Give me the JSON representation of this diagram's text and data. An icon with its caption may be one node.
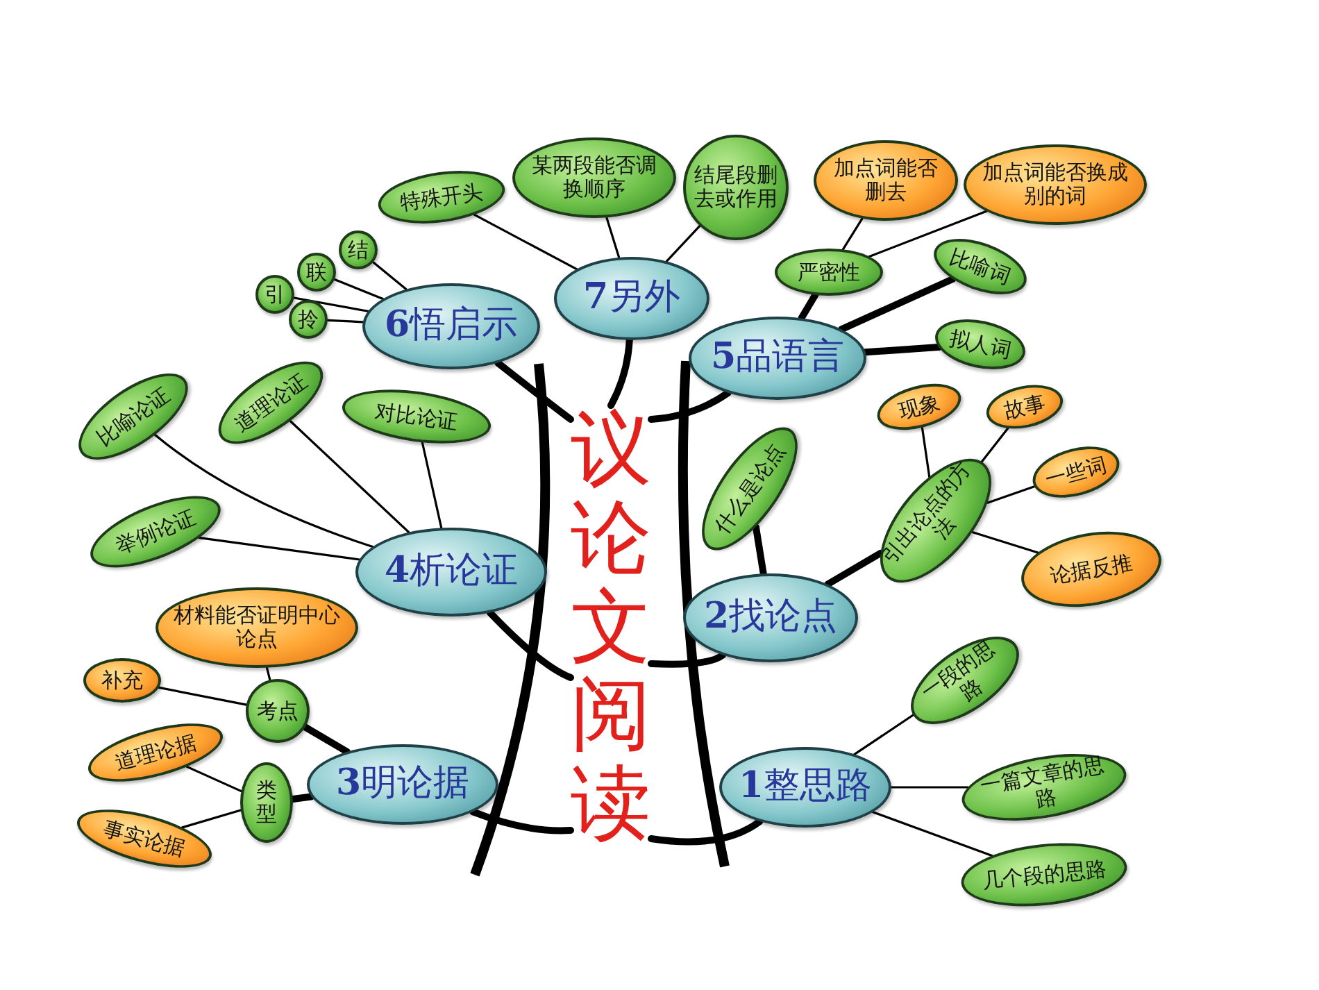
{
  "diagram": {
    "nodes": [
      {
        "text": [
          "议论文阅读"
        ]
      },
      {
        "text": [
          "**7**另外"
        ]
      },
      {
        "text": [
          "**6**悟启示"
        ]
      },
      {
        "text": [
          "**5**品语言"
        ]
      },
      {
        "text": [
          "**4**析论证"
        ]
      },
      {
        "text": [
          "**2**找论点"
        ]
      },
      {
        "text": [
          "**3**明论据"
        ]
      },
      {
        "text": [
          "**1**整思路"
        ]
      },
      {
        "text": [
          "某两段能否调换顺序"
        ]
      },
      {
        "text": [
          "结尾段删去或作用"
        ]
      },
      {
        "text": [
          "特殊开头"
        ]
      },
      {
        "text": [
          "引"
        ]
      },
      {
        "text": [
          "联"
        ]
      },
      {
        "text": [
          "结"
        ]
      },
      {
        "text": [
          "拎"
        ]
      },
      {
        "text": [
          "严密性"
        ]
      },
      {
        "text": [
          "比喻词"
        ]
      },
      {
        "text": [
          "拟人词"
        ]
      },
      {
        "text": [
          "加点词能否删去"
        ]
      },
      {
        "text": [
          "加点词能否换成别的词"
        ]
      },
      {
        "text": [
          "比喻论证"
        ]
      },
      {
        "text": [
          "道理论证"
        ]
      },
      {
        "text": [
          "对比论证"
        ]
      },
      {
        "text": [
          "举例论证"
        ]
      },
      {
        "text": [
          "材料能否证明中心论点"
        ]
      },
      {
        "text": [
          "补充"
        ]
      },
      {
        "text": [
          "考点"
        ]
      },
      {
        "text": [
          "道理论据"
        ]
      },
      {
        "text": [
          "类型"
        ]
      },
      {
        "text": [
          "事实论据"
        ]
      },
      {
        "text": [
          "什么是论点"
        ]
      },
      {
        "text": [
          "现象"
        ]
      },
      {
        "text": [
          "故事"
        ]
      },
      {
        "text": [
          "引出论点的方法"
        ]
      },
      {
        "text": [
          "一些词"
        ]
      },
      {
        "text": [
          "论据反推"
        ]
      },
      {
        "text": [
          "一段的思路"
        ]
      },
      {
        "text": [
          "一篇文章的思路"
        ]
      },
      {
        "text": [
          "几个段的思路"
        ]
      }
    ],
    "edges": [
      {
        "from": 0,
        "to": 1,
        "arrow": "none",
        "style": "thick"
      },
      {
        "from": 0,
        "to": 2,
        "arrow": "none",
        "style": "thick"
      },
      {
        "from": 0,
        "to": 3,
        "arrow": "none",
        "style": "thick"
      },
      {
        "from": 0,
        "to": 4,
        "arrow": "none",
        "style": "thick"
      },
      {
        "from": 0,
        "to": 5,
        "arrow": "none",
        "style": "thick"
      },
      {
        "from": 0,
        "to": 6,
        "arrow": "none",
        "style": "thick"
      },
      {
        "from": 0,
        "to": 7,
        "arrow": "none",
        "style": "thick"
      },
      {
        "from": 1,
        "to": 8,
        "arrow": "none"
      },
      {
        "from": 1,
        "to": 9,
        "arrow": "none"
      },
      {
        "from": 1,
        "to": 10,
        "arrow": "none"
      },
      {
        "from": 2,
        "to": 11,
        "arrow": "none"
      },
      {
        "from": 2,
        "to": 12,
        "arrow": "none"
      },
      {
        "from": 2,
        "to": 13,
        "arrow": "none"
      },
      {
        "from": 2,
        "to": 14,
        "arrow": "none"
      },
      {
        "from": 3,
        "to": 15,
        "arrow": "none",
        "style": "thick"
      },
      {
        "from": 3,
        "to": 16,
        "arrow": "none",
        "style": "thick"
      },
      {
        "from": 3,
        "to": 17,
        "arrow": "none",
        "style": "thick"
      },
      {
        "from": 15,
        "to": 18,
        "arrow": "none"
      },
      {
        "from": 15,
        "to": 19,
        "arrow": "none"
      },
      {
        "from": 4,
        "to": 20,
        "arrow": "none"
      },
      {
        "from": 4,
        "to": 21,
        "arrow": "none"
      },
      {
        "from": 4,
        "to": 22,
        "arrow": "none"
      },
      {
        "from": 4,
        "to": 23,
        "arrow": "none"
      },
      {
        "from": 6,
        "to": 26,
        "arrow": "none",
        "style": "thick"
      },
      {
        "from": 6,
        "to": 28,
        "arrow": "none",
        "style": "thick"
      },
      {
        "from": 24,
        "to": 26,
        "arrow": "none"
      },
      {
        "from": 25,
        "to": 26,
        "arrow": "none"
      },
      {
        "from": 27,
        "to": 28,
        "arrow": "none"
      },
      {
        "from": 29,
        "to": 28,
        "arrow": "none"
      },
      {
        "from": 5,
        "to": 30,
        "arrow": "none",
        "style": "thick"
      },
      {
        "from": 5,
        "to": 33,
        "arrow": "none",
        "style": "thick"
      },
      {
        "from": 33,
        "to": 31,
        "arrow": "none"
      },
      {
        "from": 33,
        "to": 32,
        "arrow": "none"
      },
      {
        "from": 33,
        "to": 34,
        "arrow": "none"
      },
      {
        "from": 33,
        "to": 35,
        "arrow": "none"
      },
      {
        "from": 7,
        "to": 36,
        "arrow": "none"
      },
      {
        "from": 7,
        "to": 37,
        "arrow": "none"
      },
      {
        "from": 7,
        "to": 38,
        "arrow": "none"
      }
    ]
  }
}
